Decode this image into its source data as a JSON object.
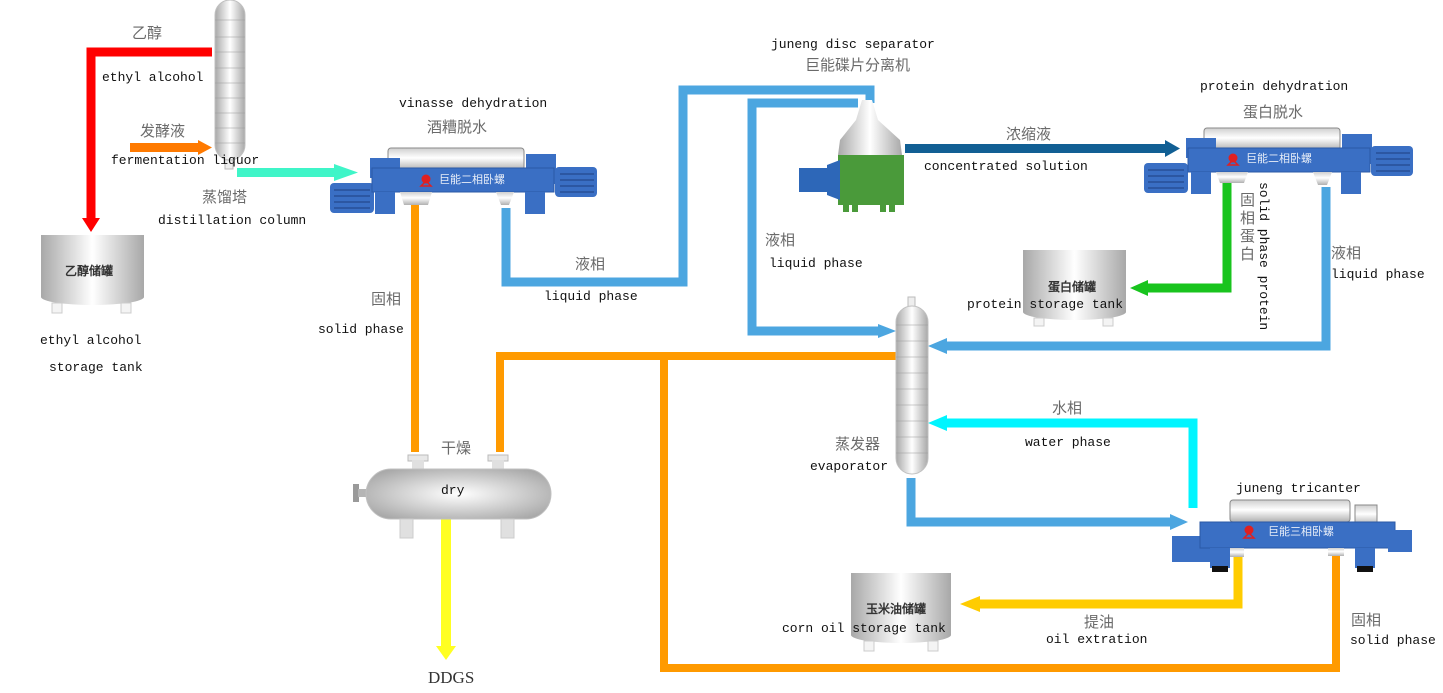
{
  "colors": {
    "ethanol": "#ff0000",
    "fermentation": "#ff7a00",
    "feed": "#3ff5c8",
    "liquid": "#4ca6e0",
    "concentrate": "#115f94",
    "solid": "#ff9a00",
    "protein_solid": "#19c41e",
    "water": "#00f5ff",
    "oil": "#ffcc00",
    "ddgs": "#ffff22",
    "decanter_body": "#3a6fc4",
    "separator_body": "#4a9a3a"
  },
  "equipment": {
    "distillation_column": {
      "cn": "蒸馏塔",
      "en": "distillation column"
    },
    "ethanol_tank": {
      "cn": "乙醇储罐",
      "en_line1": "ethyl alcohol",
      "en_line2": "storage tank"
    },
    "vinasse_decanter": {
      "cn": "酒糟脱水",
      "en": "vinasse dehydration",
      "logo": "巨能二相卧螺"
    },
    "disc_separator": {
      "cn": "巨能碟片分离机",
      "en": "juneng disc separator"
    },
    "protein_decanter": {
      "cn": "蛋白脱水",
      "en": "protein dehydration",
      "logo": "巨能二相卧螺"
    },
    "protein_tank": {
      "cn": "蛋白储罐",
      "en": "protein storage tank"
    },
    "evaporator": {
      "cn": "蒸发器",
      "en": "evaporator"
    },
    "dryer": {
      "cn": "干燥",
      "en": "dry"
    },
    "tricanter": {
      "en": "juneng tricanter",
      "logo": "巨能三相卧螺"
    },
    "corn_oil_tank": {
      "cn": "玉米油储罐",
      "en": "corn oil storage tank"
    }
  },
  "flows": {
    "ethanol": {
      "cn": "乙醇",
      "en": "ethyl alcohol"
    },
    "fermentation": {
      "cn": "发酵液",
      "en": "fermentation liquor"
    },
    "vinasse_solid": {
      "cn": "固相",
      "en": "solid phase"
    },
    "vinasse_liquid": {
      "cn": "液相",
      "en": "liquid phase"
    },
    "separator_liquid": {
      "cn": "液相",
      "en": "liquid phase"
    },
    "concentrate": {
      "cn": "浓缩液",
      "en": "concentrated solution"
    },
    "protein_solid": {
      "cn": "固相蛋白",
      "en": "solid phase protein"
    },
    "protein_liquid": {
      "cn": "液相",
      "en": "liquid phase"
    },
    "water": {
      "cn": "水相",
      "en": "water phase"
    },
    "oil": {
      "cn": "提油",
      "en": "oil extration"
    },
    "tricanter_solid": {
      "cn": "固相",
      "en": "solid phase"
    },
    "product": {
      "en": "DDGS"
    }
  }
}
